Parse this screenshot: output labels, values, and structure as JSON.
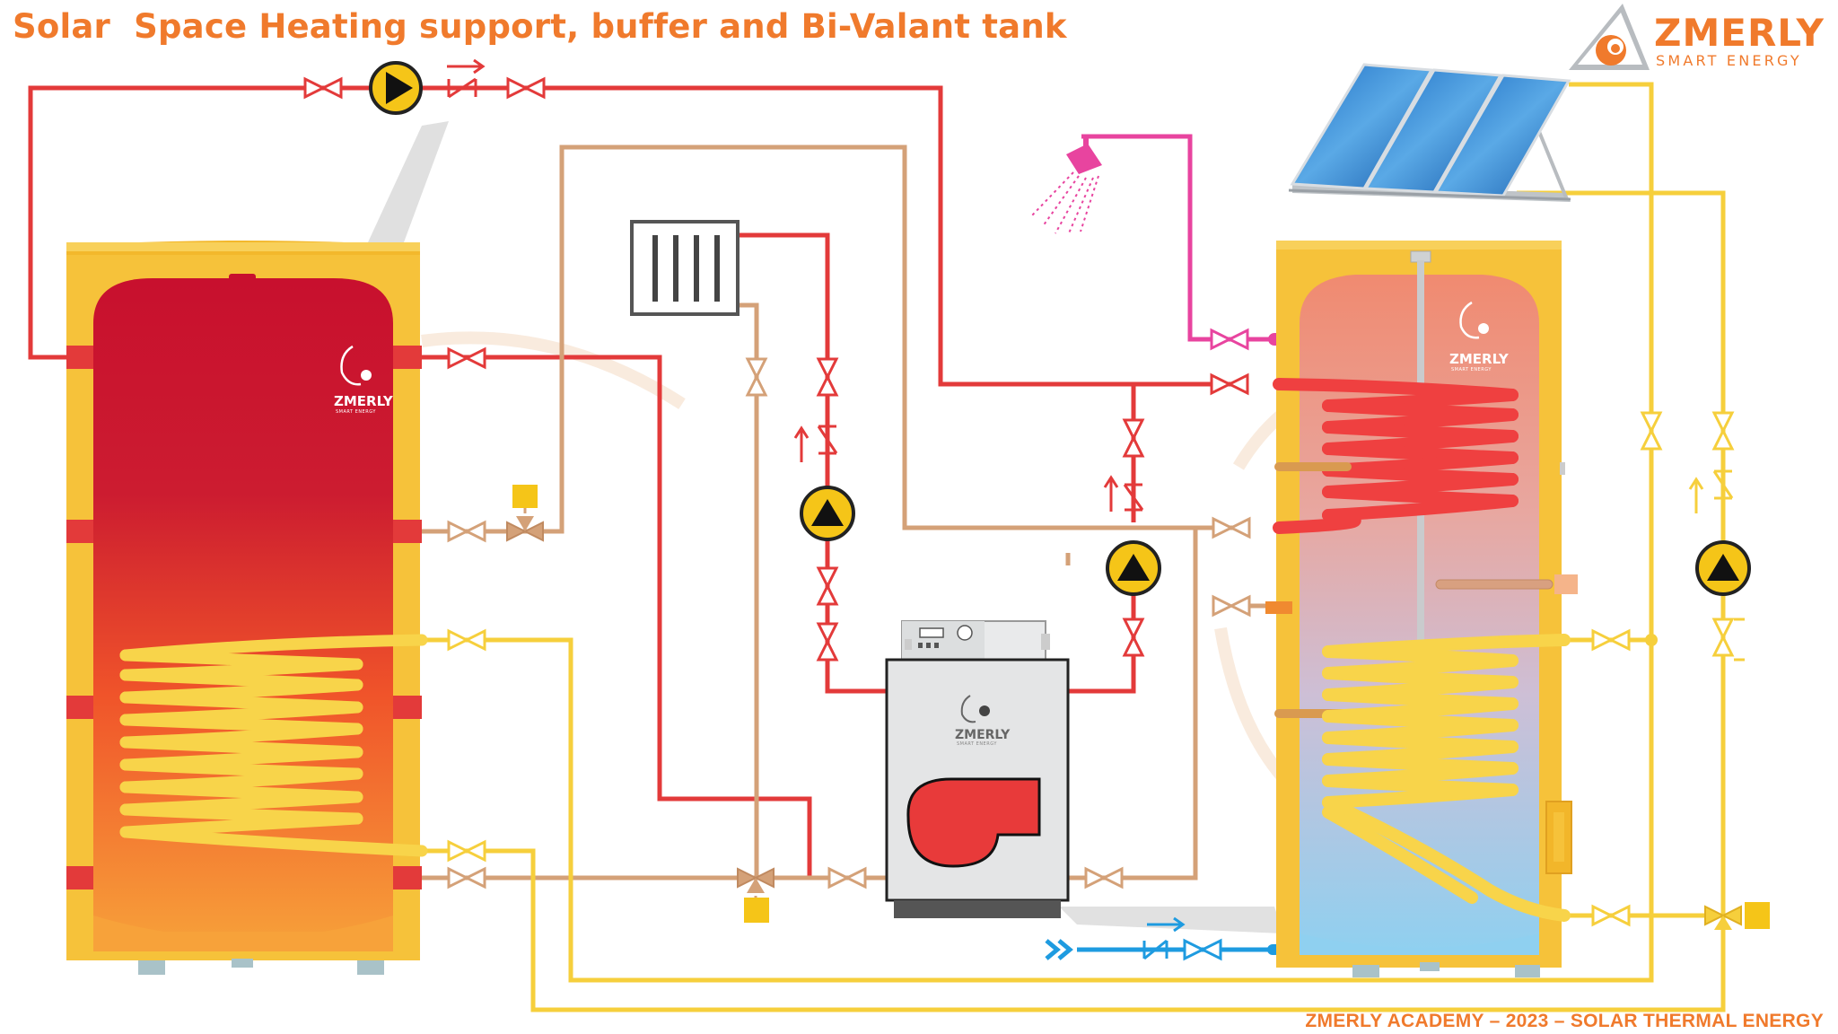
{
  "title": "Solar  Space Heating support, buffer and Bi-Valant tank",
  "logo": {
    "name": "ZMERLY",
    "tagline": "SMART ENERGY"
  },
  "footer": "ZMERLY ACADEMY – 2023 – SOLAR THERMAL ENERGY",
  "tank_brand": {
    "name": "ZMERLY",
    "tagline": "SMART ENERGY"
  },
  "boiler_brand": {
    "name": "ZMERLY",
    "tagline": "SMART ENERGY"
  },
  "colors": {
    "hot_pipe": "#e33a3a",
    "return_pipe": "#d4a178",
    "solar_pipe": "#f6cf3c",
    "shower_pipe": "#e8449f",
    "cold_water": "#1e9be0",
    "tank_shell": "#f6c23a",
    "pump": "#f5c518"
  }
}
